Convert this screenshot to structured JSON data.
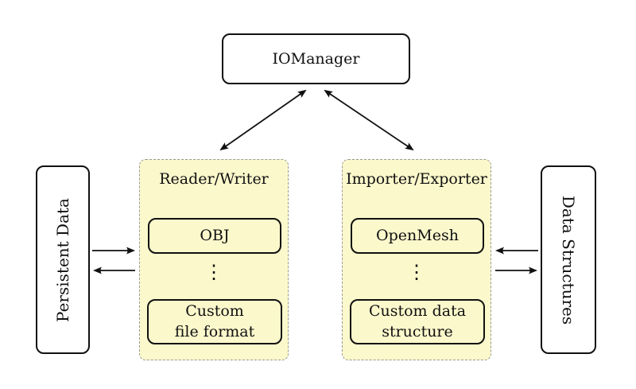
{
  "colors": {
    "background": "#ffffff",
    "panel_fill": "#fbf8cc",
    "panel_border": "#999999",
    "arrow": "#111111"
  },
  "nodes": {
    "iomanager": "IOManager",
    "persistent_data": "Persistent Data",
    "data_structures": "Data Structures"
  },
  "panels": {
    "reader_writer": {
      "title": "Reader/Writer",
      "top_item": "OBJ",
      "ellipsis": "⋮",
      "bottom_item_line1": "Custom",
      "bottom_item_line2": "file format"
    },
    "importer_exporter": {
      "title": "Importer/Exporter",
      "top_item": "OpenMesh",
      "ellipsis": "⋮",
      "bottom_item_line1": "Custom data",
      "bottom_item_line2": "structure"
    }
  }
}
